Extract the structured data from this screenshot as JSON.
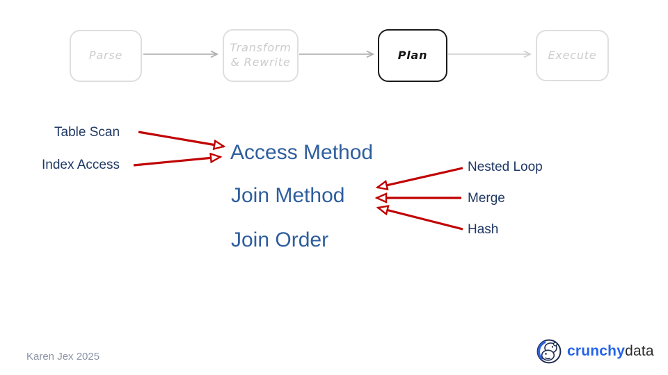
{
  "colors": {
    "accent_red": "#C00000",
    "heading_blue": "#2E5E9E",
    "label_navy": "#203864",
    "inactive_box_gray": "#DEDEDE",
    "inactive_text_gray": "#CCCCCC",
    "active_box_black": "#1A1A1A",
    "connector_gray": "#BDBDBD",
    "connector_light_gray": "#D8D8D8",
    "footer_gray": "#8B93A4",
    "brand_blue": "#2563EB",
    "brand_dark": "#2B2B30"
  },
  "icons": {
    "logo_icon": "hippo-in-circle"
  },
  "pipeline": {
    "stages": [
      {
        "label": "Parse",
        "state": "inactive"
      },
      {
        "label": "Transform\n& Rewrite",
        "state": "inactive"
      },
      {
        "label": "Plan",
        "state": "active"
      },
      {
        "label": "Execute",
        "state": "inactive"
      }
    ]
  },
  "plan_decisions": {
    "headings": [
      "Access Method",
      "Join Method",
      "Join Order"
    ],
    "access_method_options": [
      "Table Scan",
      "Index Access"
    ],
    "join_method_options": [
      "Nested Loop",
      "Merge",
      "Hash"
    ]
  },
  "footer": {
    "credit": "Karen Jex 2025"
  },
  "brand": {
    "name_bold": "crunchy",
    "name_light": "data"
  }
}
